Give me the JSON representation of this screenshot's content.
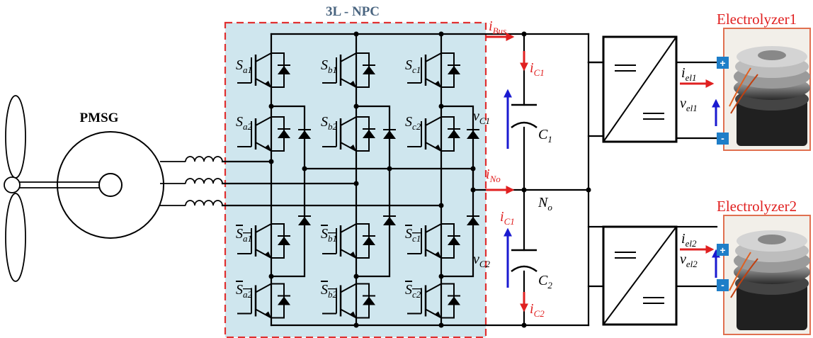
{
  "title": "3L - NPC",
  "generator_label": "PMSG",
  "switches": {
    "a1": {
      "base": "S",
      "sub": "a1",
      "bar": false
    },
    "b1": {
      "base": "S",
      "sub": "b1",
      "bar": false
    },
    "c1": {
      "base": "S",
      "sub": "c1",
      "bar": false
    },
    "a2": {
      "base": "S",
      "sub": "a2",
      "bar": false
    },
    "b2": {
      "base": "S",
      "sub": "b2",
      "bar": false
    },
    "c2": {
      "base": "S",
      "sub": "c2",
      "bar": false
    },
    "a1b": {
      "base": "S",
      "sub": "a1",
      "bar": true
    },
    "b1b": {
      "base": "S",
      "sub": "b1",
      "bar": true
    },
    "c1b": {
      "base": "S",
      "sub": "c1",
      "bar": true
    },
    "a2b": {
      "base": "S",
      "sub": "a2",
      "bar": true
    },
    "b2b": {
      "base": "S",
      "sub": "b2",
      "bar": true
    },
    "c2b": {
      "base": "S",
      "sub": "c2",
      "bar": true
    }
  },
  "currents": {
    "bus": {
      "base": "i",
      "sub": "Bus"
    },
    "c1_top": {
      "base": "i",
      "sub": "C1"
    },
    "no": {
      "base": "i",
      "sub": "No"
    },
    "c1_mid": {
      "base": "i",
      "sub": "C1"
    },
    "c2": {
      "base": "i",
      "sub": "C2"
    },
    "el1": {
      "base": "i",
      "sub": "el1"
    },
    "el2": {
      "base": "i",
      "sub": "el2"
    }
  },
  "voltages": {
    "vc1": {
      "base": "v",
      "sub": "C1"
    },
    "vc2": {
      "base": "v",
      "sub": "C2"
    },
    "vel1": {
      "base": "v",
      "sub": "el1"
    },
    "vel2": {
      "base": "v",
      "sub": "el2"
    }
  },
  "capacitors": {
    "c1": {
      "base": "C",
      "sub": "1"
    },
    "c2": {
      "base": "C",
      "sub": "2"
    }
  },
  "neutral_point": {
    "base": "N",
    "sub": "o"
  },
  "electrolyzers": [
    {
      "label": "Electrolyzer1",
      "plus": "+",
      "minus": "-"
    },
    {
      "label": "Electrolyzer2",
      "plus": "+",
      "minus": "-"
    }
  ],
  "colors": {
    "current_red": "#e02020",
    "voltage_blue": "#1a1ad0",
    "npc_border": "#e03030",
    "npc_fill": "#cfe6ee",
    "title_blue": "#4a6580",
    "terminal_blue": "#1e7ec8",
    "electrolyzer_border": "#e07050"
  }
}
